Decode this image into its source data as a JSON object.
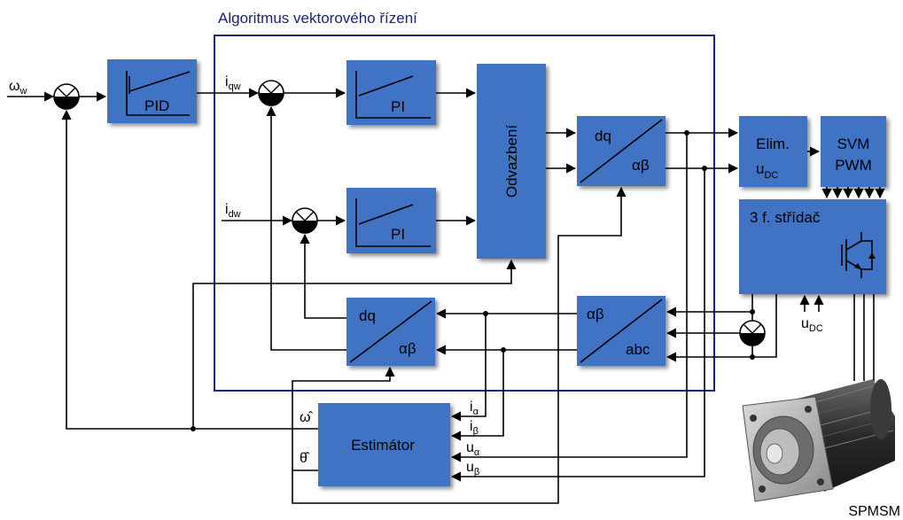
{
  "diagram": {
    "boundary_title": "Algoritmus vektorového řízení",
    "colors": {
      "block": "#3f73c4",
      "boundary": "#1a237e",
      "line": "#000000"
    },
    "blocks": {
      "pid": "PID",
      "pi_q": "PI",
      "pi_d": "PI",
      "decoupling": "Odvazbení",
      "dq_ab_top": {
        "top": "dq",
        "bottom": "αβ"
      },
      "ab_abc": {
        "top": "αβ",
        "bottom": "abc"
      },
      "dq_ab_bottom": {
        "top": "dq",
        "bottom": "αβ"
      },
      "elim": {
        "line1": "Elim.",
        "line2_main": "u",
        "line2_sub": "DC"
      },
      "svm": {
        "line1": "SVM",
        "line2": "PWM"
      },
      "inverter": "3 f. střídač",
      "estimator": "Estimátor"
    },
    "signals": {
      "omega_w": {
        "main": "ω",
        "sub": "w"
      },
      "i_qw": {
        "main": "i",
        "sub": "qw"
      },
      "i_dw": {
        "main": "i",
        "sub": "dw"
      },
      "omega_hat": "ω̂",
      "theta_hat": "θ̂",
      "i_alpha": {
        "main": "i",
        "sub": "α"
      },
      "i_beta": {
        "main": "i",
        "sub": "β"
      },
      "u_alpha": {
        "main": "u",
        "sub": "α"
      },
      "u_beta": {
        "main": "u",
        "sub": "β"
      },
      "u_dc": {
        "main": "u",
        "sub": "DC"
      }
    },
    "motor_label": "SPMSM"
  }
}
